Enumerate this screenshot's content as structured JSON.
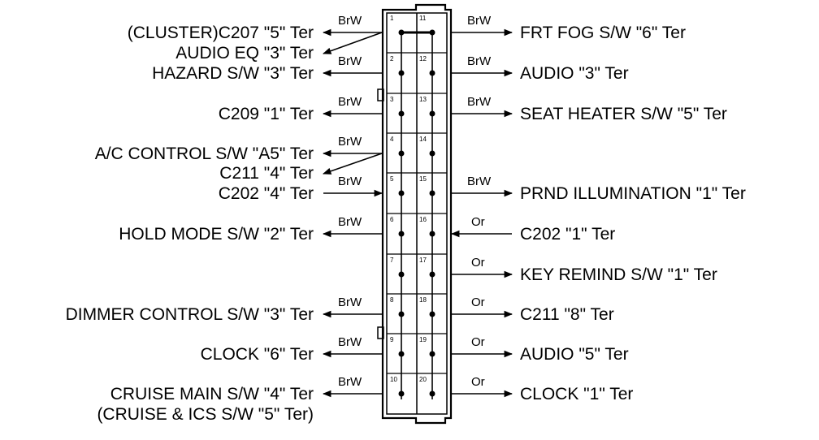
{
  "colors": {
    "ink": "#000000",
    "background": "#ffffff"
  },
  "connector": {
    "pins": [
      {
        "num": "1"
      },
      {
        "num": "11"
      },
      {
        "num": "2"
      },
      {
        "num": "12"
      },
      {
        "num": "3"
      },
      {
        "num": "13"
      },
      {
        "num": "4"
      },
      {
        "num": "14"
      },
      {
        "num": "5"
      },
      {
        "num": "15"
      },
      {
        "num": "6"
      },
      {
        "num": "16"
      },
      {
        "num": "7"
      },
      {
        "num": "17"
      },
      {
        "num": "8"
      },
      {
        "num": "18"
      },
      {
        "num": "9"
      },
      {
        "num": "19"
      },
      {
        "num": "10"
      },
      {
        "num": "20"
      }
    ]
  },
  "left_labels": [
    {
      "text": "(CLUSTER)C207 \"5\" Ter"
    },
    {
      "text": "AUDIO EQ \"3\" Ter"
    },
    {
      "text": "HAZARD S/W \"3\" Ter"
    },
    {
      "text": "C209 \"1\" Ter"
    },
    {
      "text": "A/C CONTROL S/W \"A5\" Ter"
    },
    {
      "text": "C211 \"4\" Ter"
    },
    {
      "text": "C202 \"4\" Ter"
    },
    {
      "text": "HOLD MODE S/W \"2\" Ter"
    },
    {
      "text": "DIMMER CONTROL S/W \"3\" Ter"
    },
    {
      "text": "CLOCK \"6\" Ter"
    },
    {
      "text": "CRUISE MAIN S/W \"4\" Ter"
    },
    {
      "text": "(CRUISE & ICS S/W \"5\" Ter)"
    }
  ],
  "right_labels": [
    {
      "text": "FRT FOG S/W \"6\" Ter"
    },
    {
      "text": "AUDIO \"3\" Ter"
    },
    {
      "text": "SEAT HEATER S/W \"5\" Ter"
    },
    {
      "text": "PRND ILLUMINATION \"1\" Ter"
    },
    {
      "text": "C202 \"1\" Ter"
    },
    {
      "text": "KEY REMIND S/W \"1\" Ter"
    },
    {
      "text": "C211 \"8\" Ter"
    },
    {
      "text": "AUDIO \"5\" Ter"
    },
    {
      "text": "CLOCK \"1\" Ter"
    }
  ],
  "left_wires": [
    {
      "color": "BrW"
    },
    {
      "color": "BrW"
    },
    {
      "color": "BrW"
    },
    {
      "color": "BrW"
    },
    {
      "color": "BrW"
    },
    {
      "color": "BrW"
    },
    {
      "color": "BrW"
    },
    {
      "color": "BrW"
    },
    {
      "color": "BrW"
    }
  ],
  "right_wires": [
    {
      "color": "BrW"
    },
    {
      "color": "BrW"
    },
    {
      "color": "BrW"
    },
    {
      "color": "BrW"
    },
    {
      "color": "Or"
    },
    {
      "color": "Or"
    },
    {
      "color": "Or"
    },
    {
      "color": "Or"
    },
    {
      "color": "Or"
    }
  ]
}
